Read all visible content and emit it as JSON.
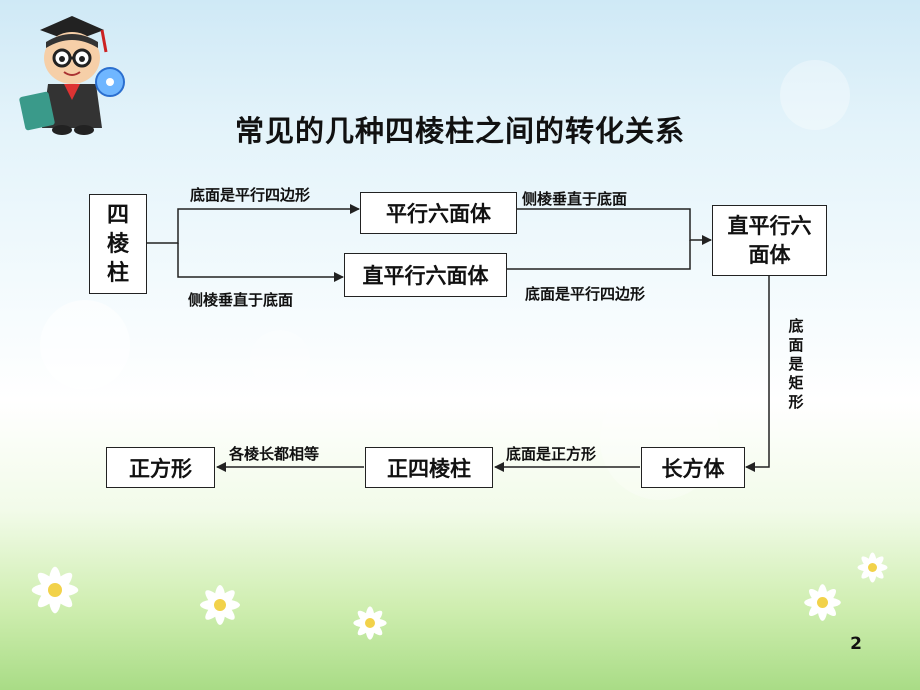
{
  "title": "常见的几种四棱柱之间的转化关系",
  "nodes": {
    "si_leng_zhu": "四棱柱",
    "ping_xing_liu_mian_ti": "平行六面体",
    "zhi_ping_xing_liu_mian_ti_lower": "直平行六面体",
    "zhi_ping_xing_liu_mian_ti_right": "直平行六面体",
    "chang_fang_ti": "长方体",
    "zheng_si_leng_zhu": "正四棱柱",
    "zheng_fang_xing": "正方形"
  },
  "edges": {
    "upper_left": "底面是平行四边形",
    "lower_left": "侧棱垂直于底面",
    "upper_right": "侧棱垂直于底面",
    "lower_right": "底面是平行四边形",
    "vertical": "底面是矩形",
    "bottom_right": "底面是正方形",
    "bottom_left": "各棱长都相等"
  },
  "page_number": "2",
  "colors": {
    "line": "#222222",
    "box_border": "#222222"
  }
}
